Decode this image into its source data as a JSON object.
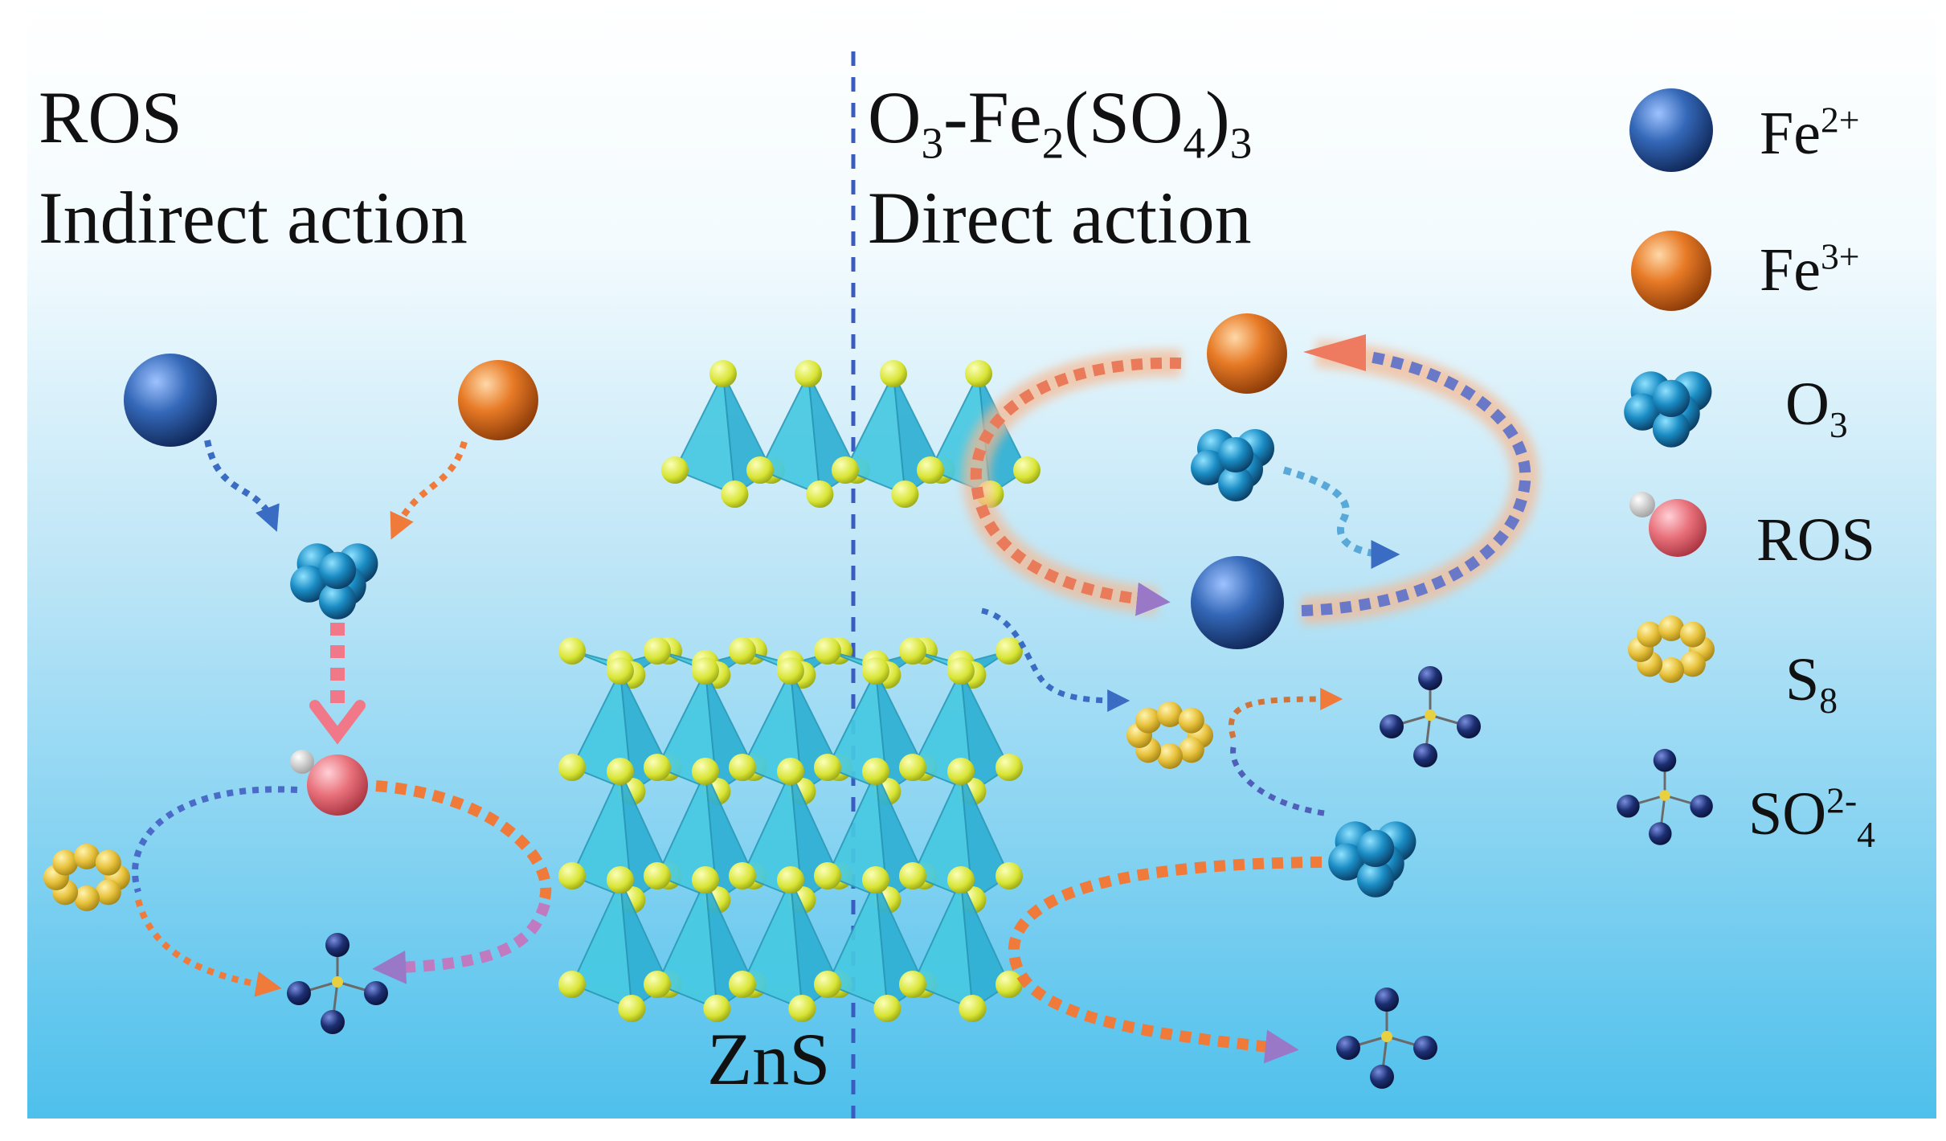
{
  "left_panel": {
    "title": "ROS",
    "subtitle": "Indirect action"
  },
  "right_panel": {
    "title": {
      "a": "O",
      "a_sub": "3",
      "b": "-Fe",
      "b_sub": "2",
      "c": "(SO",
      "c_sub": "4",
      "d": ")",
      "d_sub": "3"
    },
    "subtitle": "Direct action"
  },
  "center_label": "ZnS",
  "legend": [
    {
      "key": "fe2",
      "name": "Fe",
      "sup": "2+",
      "sub": ""
    },
    {
      "key": "fe3",
      "name": "Fe",
      "sup": "3+",
      "sub": ""
    },
    {
      "key": "o3",
      "name": "O",
      "sup": "",
      "sub": "3"
    },
    {
      "key": "ros",
      "name": "ROS",
      "sup": "",
      "sub": ""
    },
    {
      "key": "s8",
      "name": "S",
      "sup": "",
      "sub": "8"
    },
    {
      "key": "so4",
      "name": "SO",
      "sup": "2-",
      "sub": "4"
    }
  ],
  "colors": {
    "fe2": "#2f5fa8",
    "fe3": "#e07826",
    "o3": "#1f8fc0",
    "ros": "#e8707a",
    "s8": "#e8c23c",
    "so4": "#1c2f72",
    "zns_tetra": "#3cc6e0",
    "zns_vertex": "#dde83a",
    "arrow_blue": "#3a6cc4",
    "arrow_orange": "#ef7a3a",
    "arrow_pink": "#f07888",
    "arrow_purple": "#9a78c8"
  }
}
